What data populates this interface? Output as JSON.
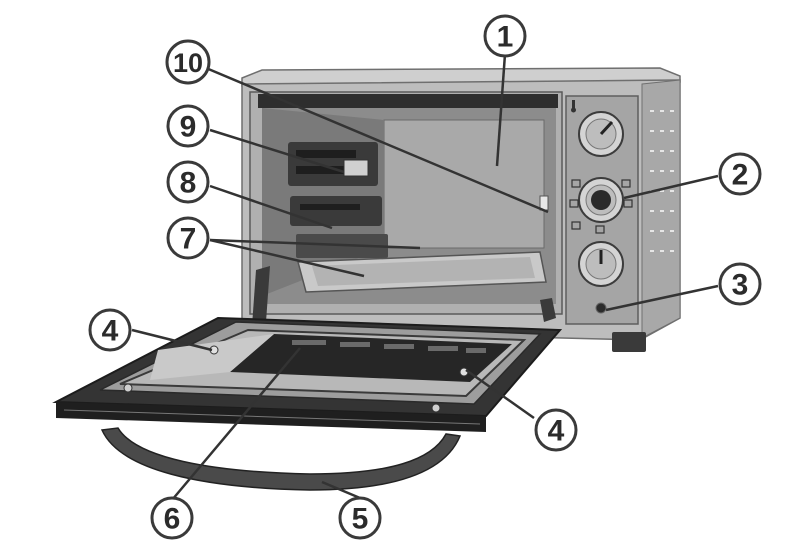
{
  "callouts": [
    {
      "id": "1",
      "label": "1"
    },
    {
      "id": "2",
      "label": "2"
    },
    {
      "id": "3",
      "label": "3"
    },
    {
      "id": "4-left",
      "label": "4"
    },
    {
      "id": "4-right",
      "label": "4"
    },
    {
      "id": "5",
      "label": "5"
    },
    {
      "id": "6",
      "label": "6"
    },
    {
      "id": "7",
      "label": "7"
    },
    {
      "id": "8",
      "label": "8"
    },
    {
      "id": "9",
      "label": "9"
    },
    {
      "id": "10",
      "label": "10"
    }
  ],
  "colors": {
    "body": "#b9b9b9",
    "body_dark": "#8e8e8e",
    "interior": "#9a9a9a",
    "door_frame": "#2f2f2f",
    "glass": "#b4b4b4",
    "handle": "#4a4a4a"
  }
}
